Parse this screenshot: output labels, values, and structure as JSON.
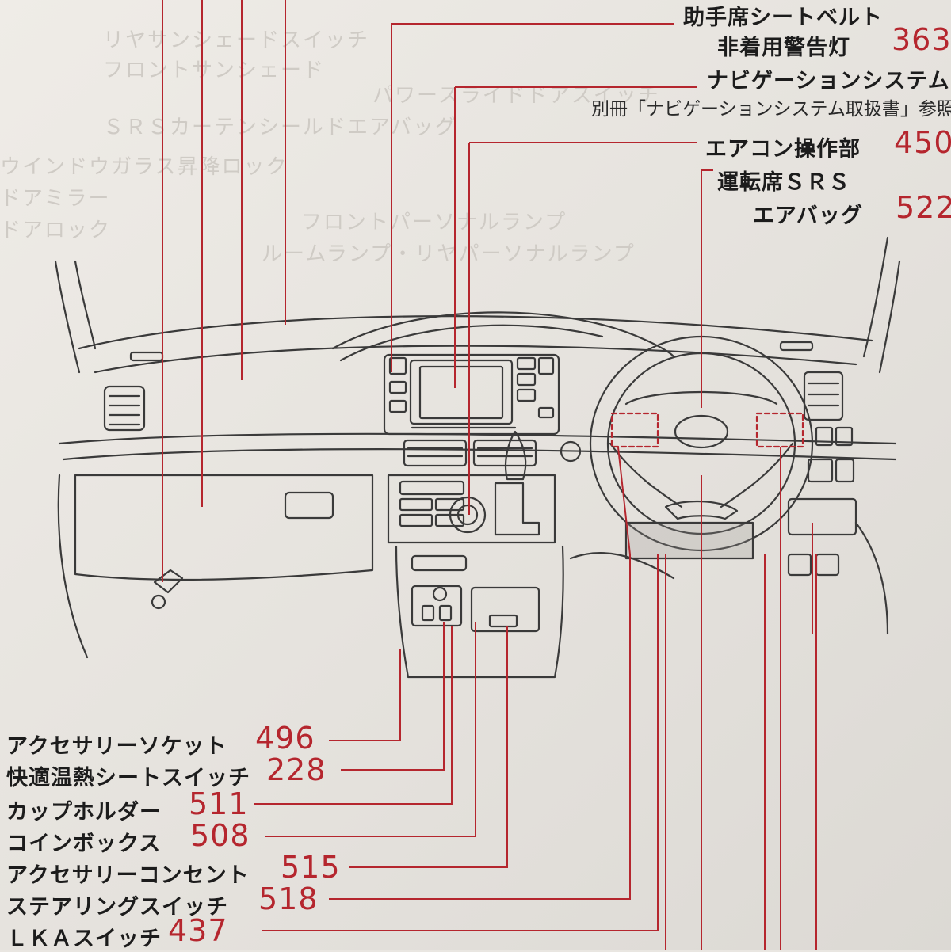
{
  "top_callouts": [
    {
      "label": "助手席シートベルト",
      "page": ""
    },
    {
      "label": "非着用警告灯",
      "page": "363"
    },
    {
      "label": "ナビゲーションシステム",
      "page": ""
    },
    {
      "label": "別冊「ナビゲーションシステム取扱書」参照",
      "page": ""
    },
    {
      "label": "エアコン操作部",
      "page": "450"
    },
    {
      "label": "運転席ＳＲＳ",
      "page": ""
    },
    {
      "label": "エアバッグ",
      "page": "522"
    }
  ],
  "bottom_callouts": [
    {
      "label": "アクセサリーソケット",
      "page": "496"
    },
    {
      "label": "快適温熱シートスイッチ",
      "page": "228"
    },
    {
      "label": "カップホルダー",
      "page": "511"
    },
    {
      "label": "コインボックス",
      "page": "508"
    },
    {
      "label": "アクセサリーコンセント",
      "page": "515"
    },
    {
      "label": "ステアリングスイッチ",
      "page": "518"
    },
    {
      "label": "ＬＫＡスイッチ",
      "page": "437"
    }
  ],
  "colors": {
    "leader": "#b5262e",
    "page_number": "#b5262e",
    "text": "#1c1c1c",
    "paper": "#e9e6e1"
  }
}
